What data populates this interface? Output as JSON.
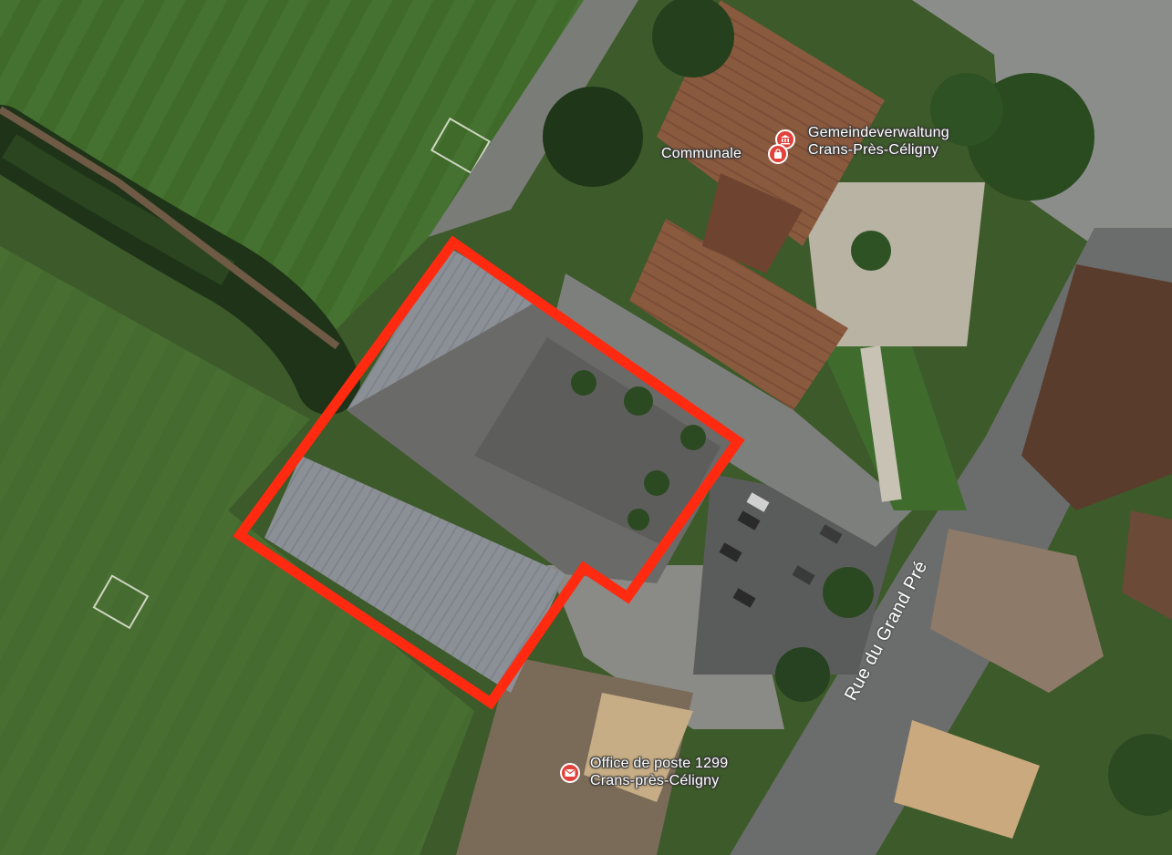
{
  "map": {
    "type": "satellite",
    "colors": {
      "boundary": "#ff2a10",
      "poi_civic": "#e1423b",
      "poi_post": "#e1423b"
    }
  },
  "labels": {
    "communale": "Communale",
    "gemeinde_line1": "Gemeindeverwaltung",
    "gemeinde_line2": "Crans-Près-Céligny",
    "post_line1": "Office de poste 1299",
    "post_line2": "Crans-près-Céligny",
    "road": "Rue du Grand Pré"
  },
  "icons": {
    "communale": "shopping-bag-icon",
    "gemeinde": "civic-building-icon",
    "post": "envelope-icon"
  }
}
